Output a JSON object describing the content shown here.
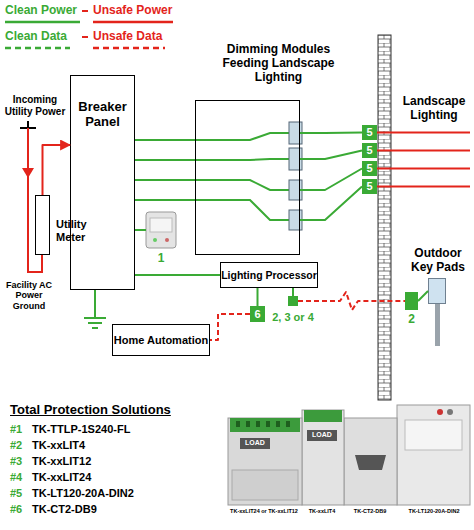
{
  "diagram": {
    "nodes": [
      {
        "text": [
          "Breaker Panel"
        ]
      },
      {
        "text": [
          "Dimming Modules Feeding Landscape Lighting"
        ]
      },
      {
        "text": [
          "5"
        ]
      },
      {
        "text": [
          "5"
        ]
      },
      {
        "text": [
          "5"
        ]
      },
      {
        "text": [
          "5"
        ]
      },
      {
        "text": [
          "Utility Meter"
        ]
      },
      {
        "text": [
          "1"
        ]
      },
      {
        "text": [
          "Lighting Processor"
        ]
      },
      {
        "text": [
          "2, 3 or 4"
        ]
      },
      {
        "text": [
          "Outdoor Key Pads"
        ]
      },
      {
        "text": [
          "2"
        ]
      },
      {
        "text": [
          "6"
        ]
      },
      {
        "text": [
          "Home Automation"
        ]
      }
    ],
    "edges": [
      {
        "from": 6,
        "to": 0,
        "arrow": "to"
      },
      {
        "from": 0,
        "to": 1,
        "arrow": "none"
      },
      {
        "from": 0,
        "to": 1,
        "arrow": "none"
      },
      {
        "from": 0,
        "to": 1,
        "arrow": "none"
      },
      {
        "from": 0,
        "to": 1,
        "arrow": "none"
      },
      {
        "from": 0,
        "to": 7,
        "arrow": "none"
      },
      {
        "from": 0,
        "to": 8,
        "arrow": "none"
      },
      {
        "from": 1,
        "to": 2,
        "arrow": "none"
      },
      {
        "from": 1,
        "to": 3,
        "arrow": "none"
      },
      {
        "from": 1,
        "to": 4,
        "arrow": "none"
      },
      {
        "from": 1,
        "to": 5,
        "arrow": "none"
      },
      {
        "from": 8,
        "to": 12,
        "arrow": "none"
      },
      {
        "from": 12,
        "to": 13,
        "arrow": "none"
      },
      {
        "from": 8,
        "to": 9,
        "arrow": "none"
      },
      {
        "from": 9,
        "to": 11,
        "arrow": "none"
      },
      {
        "from": 11,
        "to": 10,
        "arrow": "none"
      }
    ],
    "labels": [
      "Incoming Utility Power",
      "Facility AC Power Ground",
      "Landscape Lighting",
      "Total Protection Solutions",
      "#1",
      "TK-TTLP-1S240-FL",
      "#2",
      "TK-xxLIT4",
      "#3",
      "TK-xxLIT12",
      "#4",
      "TK-xxLIT24",
      "#5",
      "TK-LT120-20A-DIN2",
      "#6",
      "TK-CT2-DB9",
      "LOAD",
      "LOAD",
      "TK-xxLIT24 or TK-xxLIT12",
      "TK-xxLIT4",
      "TK-CT2-DB9",
      "TK-LT120-20A-DIN2"
    ],
    "legend": [
      {
        "text": "Clean Power"
      },
      {
        "text": "Unsafe Power"
      },
      {
        "text": "Clean Data"
      },
      {
        "text": "Unsafe Data"
      }
    ]
  }
}
